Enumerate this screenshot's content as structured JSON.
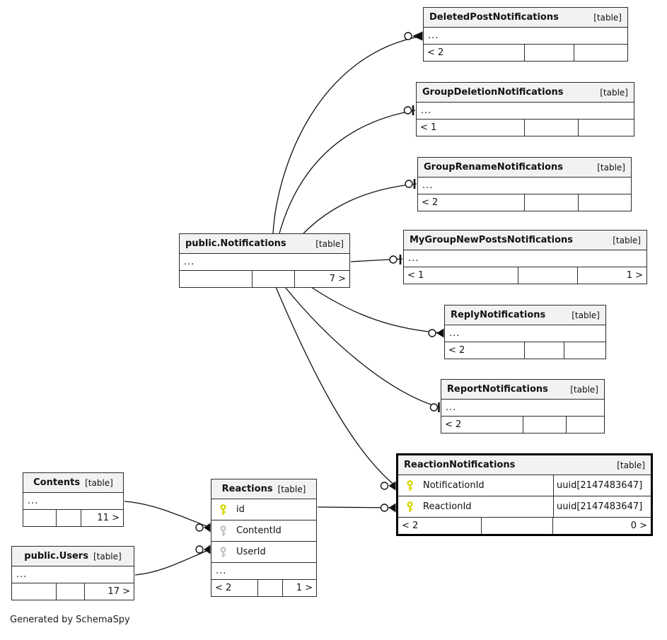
{
  "footer_note": "Generated by SchemaSpy",
  "colors": {
    "header_bg": "#f2f2f2",
    "border": "#2b2b2b",
    "primary_key": "#d6d600",
    "foreign_key": "#c4c4c4"
  },
  "tables": {
    "deleted_post": {
      "name": "DeletedPostNotifications",
      "tag": "[table]",
      "ellipsis": "...",
      "stats": [
        "< 2",
        "",
        ""
      ]
    },
    "group_deletion": {
      "name": "GroupDeletionNotifications",
      "tag": "[table]",
      "ellipsis": "...",
      "stats": [
        "< 1",
        "",
        ""
      ]
    },
    "group_rename": {
      "name": "GroupRenameNotifications",
      "tag": "[table]",
      "ellipsis": "...",
      "stats": [
        "< 2",
        "",
        ""
      ]
    },
    "my_group_new_posts": {
      "name": "MyGroupNewPostsNotifications",
      "tag": "[table]",
      "ellipsis": "...",
      "stats": [
        "< 1",
        "",
        "1 >"
      ]
    },
    "reply": {
      "name": "ReplyNotifications",
      "tag": "[table]",
      "ellipsis": "...",
      "stats": [
        "< 2",
        "",
        ""
      ]
    },
    "report": {
      "name": "ReportNotifications",
      "tag": "[table]",
      "ellipsis": "...",
      "stats": [
        "< 2",
        "",
        ""
      ]
    },
    "reaction_notifications": {
      "name": "ReactionNotifications",
      "tag": "[table]",
      "columns": [
        {
          "name": "NotificationId",
          "type": "uuid[2147483647]",
          "key": "primary"
        },
        {
          "name": "ReactionId",
          "type": "uuid[2147483647]",
          "key": "primary"
        }
      ],
      "stats": [
        "< 2",
        "",
        "0 >"
      ]
    },
    "notifications": {
      "name": "public.Notifications",
      "tag": "[table]",
      "ellipsis": "...",
      "stats": [
        "",
        "",
        "7 >"
      ]
    },
    "contents": {
      "name": "Contents",
      "tag": "[table]",
      "ellipsis": "...",
      "stats": [
        "",
        "",
        "11 >"
      ]
    },
    "users": {
      "name": "public.Users",
      "tag": "[table]",
      "ellipsis": "...",
      "stats": [
        "",
        "",
        "17 >"
      ]
    },
    "reactions": {
      "name": "Reactions",
      "tag": "[table]",
      "columns": [
        {
          "name": "id",
          "key": "primary"
        },
        {
          "name": "ContentId",
          "key": "foreign"
        },
        {
          "name": "UserId",
          "key": "foreign"
        }
      ],
      "ellipsis": "...",
      "stats": [
        "< 2",
        "",
        "1 >"
      ]
    }
  }
}
